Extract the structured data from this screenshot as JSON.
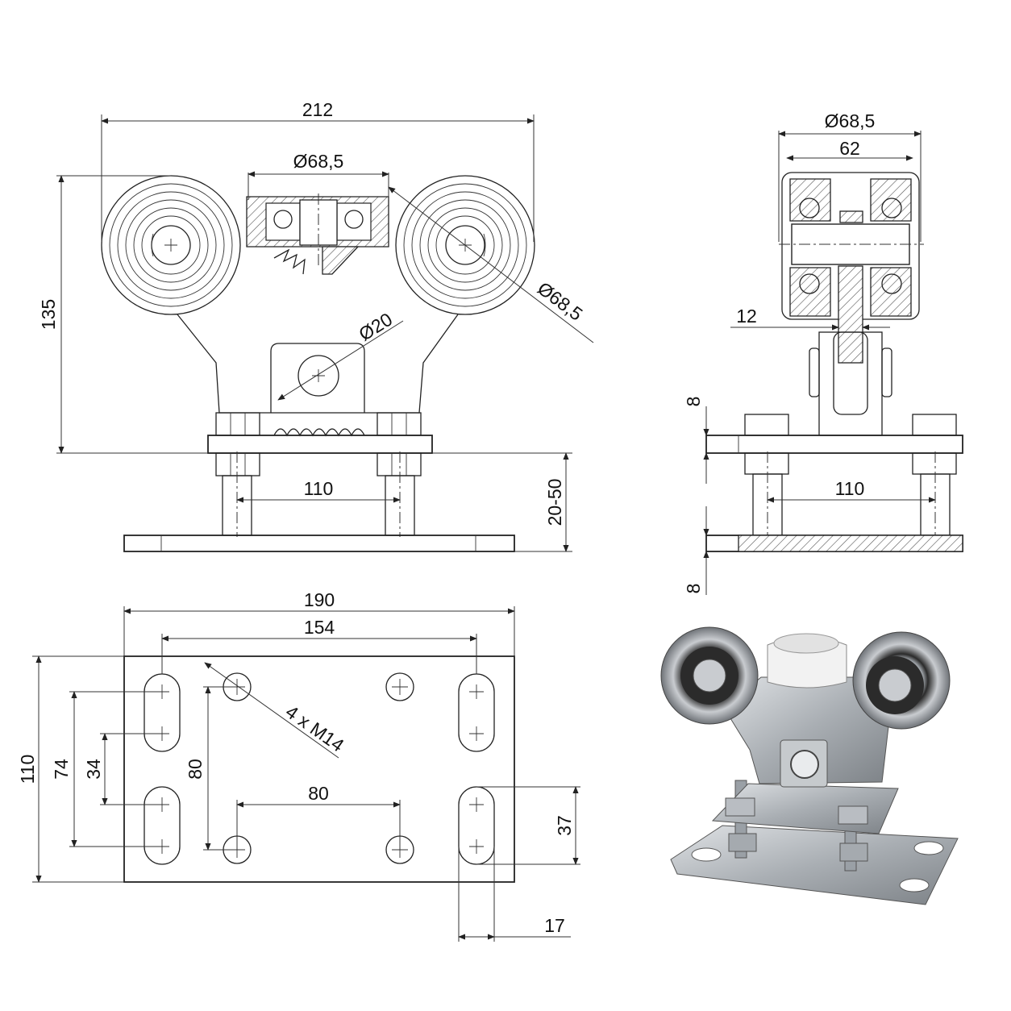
{
  "front_view": {
    "overall_width": "212",
    "pulley_diameter_top": "Ø68,5",
    "pulley_diameter_right": "Ø68,5",
    "pin_diameter": "Ø20",
    "height": "135",
    "bolt_spacing": "110",
    "adjust_range": "20-50"
  },
  "side_view": {
    "roller_diameter": "Ø68,5",
    "roller_width": "62",
    "fin_width": "12",
    "upper_plate": "8",
    "bolt_spacing": "110",
    "base_plate": "8"
  },
  "plan_view": {
    "plate_length": "190",
    "slot_span": "154",
    "holes_label": "4 x M14",
    "plate_width": "110",
    "slot_outer": "74",
    "slot_inner": "34",
    "hole_vertical": "80",
    "hole_horizontal": "80",
    "slot_length": "37",
    "slot_width": "17"
  },
  "colors": {
    "line": "#222222",
    "background": "#ffffff",
    "steel": "#b8bcc0",
    "nylon": "#f2f2f2"
  }
}
